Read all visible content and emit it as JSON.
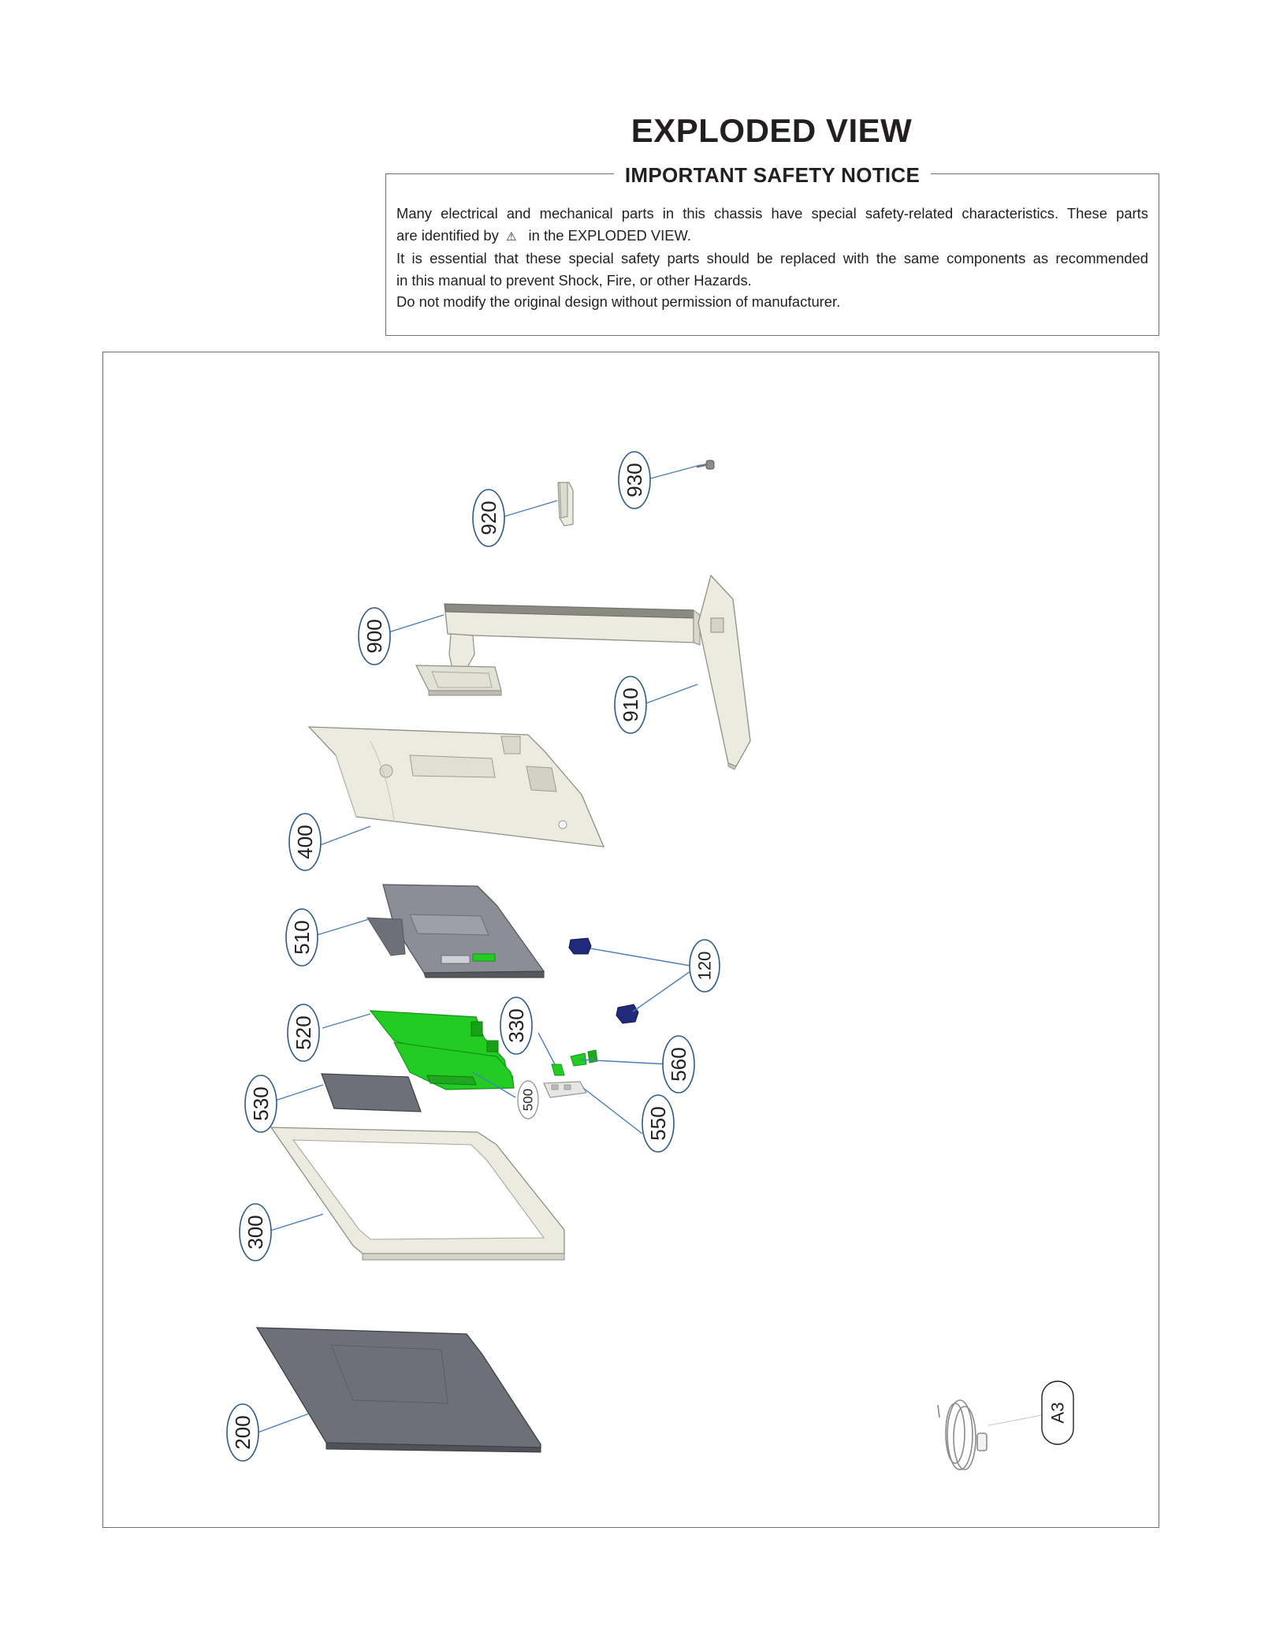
{
  "page_title": "EXPLODED VIEW",
  "notice": {
    "title": "IMPORTANT SAFETY NOTICE",
    "line1": "Many electrical and mechanical parts in this chassis have special safety-related characteristics. These parts",
    "line2_before": "are identified by",
    "warning_symbol": "⚠",
    "line2_after": "in the  EXPLODED VIEW.",
    "line3": "It is essential that these special safety parts should be replaced with the same components as recommended",
    "line4": "in this manual to prevent Shock, Fire, or other Hazards.",
    "line5": "Do not modify the original design without permission of manufacturer."
  },
  "callouts": {
    "c930": "930",
    "c920": "920",
    "c900": "900",
    "c910": "910",
    "c400": "400",
    "c510": "510",
    "c120": "120",
    "c520": "520",
    "c330": "330",
    "c560": "560",
    "c500": "500",
    "c530": "530",
    "c550": "550",
    "c300": "300",
    "c200": "200",
    "cA3": "A3"
  },
  "colors": {
    "callout_stroke": "#2e5a8a",
    "leader_line": "#4a7fb8",
    "board_green": "#22cc22",
    "part_ivory": "#ecebe0",
    "part_gray": "#6d7079",
    "part_navy": "#1f2a7a"
  }
}
